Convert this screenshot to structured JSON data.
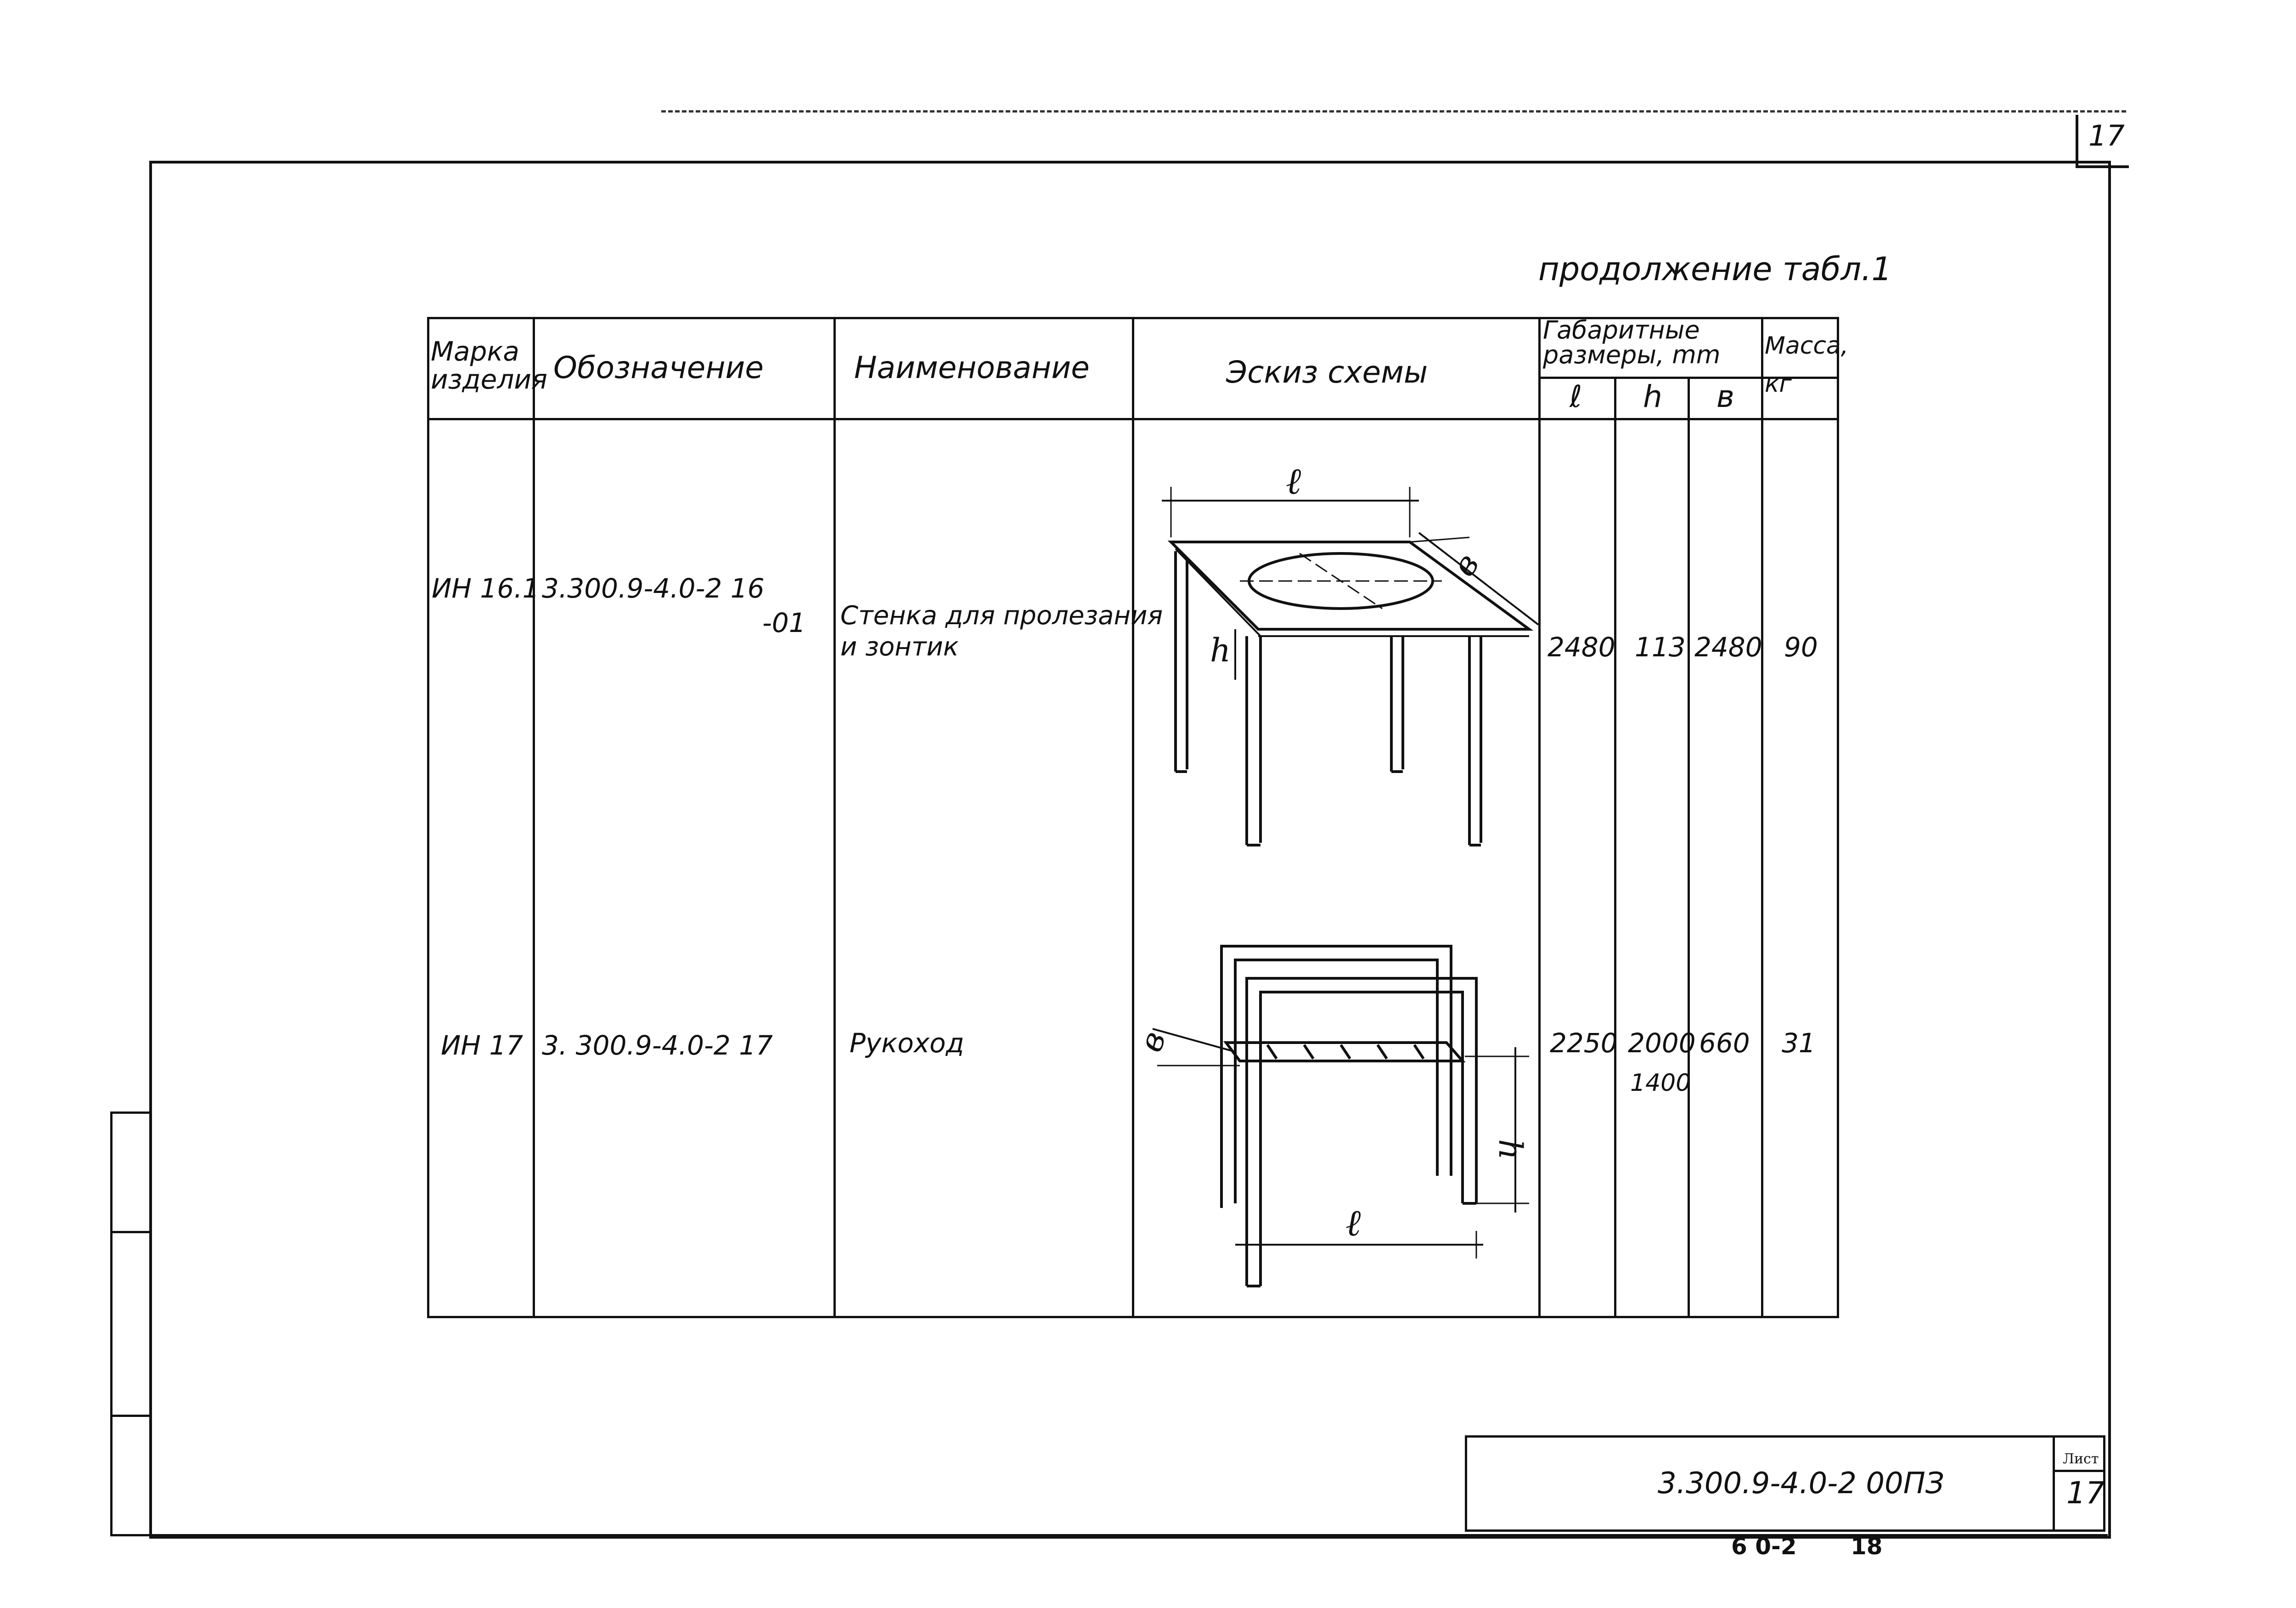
{
  "sheet": {
    "top_page_number": "17",
    "continuation_note": "продолжение табл.1",
    "doc_code": "3.300.9-4.0-2 00ПЗ",
    "sheet_label": "Лист",
    "sheet_number": "17",
    "bottom_code": "6 0-2",
    "bottom_number": "18"
  },
  "table": {
    "headers": {
      "mark": "Марка изделия",
      "designation": "Обозначение",
      "name": "Наименование",
      "sketch": "Эскиз схемы",
      "dims": "Габаритные размеры, mm",
      "dim_l": "ℓ",
      "dim_h": "h",
      "dim_b": "в",
      "mass": "Масса, кг"
    },
    "rows": [
      {
        "mark": "ИН 16.1",
        "designation": "3.300.9-4.0-2 16",
        "designation_suffix": "-01",
        "name_line1": "Стенка для пролезания",
        "name_line2": "и зонтик",
        "l": "2480",
        "h": "113",
        "b": "2480",
        "mass": "90",
        "sketch_labels": {
          "l": "ℓ",
          "b": "в",
          "h": "h"
        }
      },
      {
        "mark": "ИН 17",
        "designation": "3. 300.9-4.0-2 17",
        "name_line1": "Рукоход",
        "l": "2250",
        "h": "2000",
        "h2": "1400",
        "b": "660",
        "mass": "31",
        "sketch_labels": {
          "l": "ℓ",
          "b": "в",
          "h": "h"
        }
      }
    ]
  }
}
